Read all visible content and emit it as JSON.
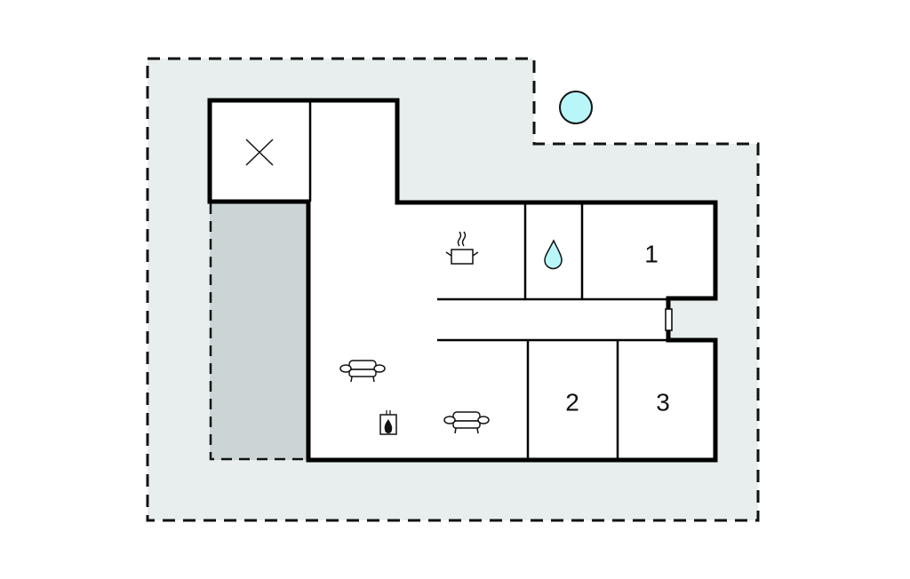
{
  "floorplan": {
    "rooms": [
      {
        "id": "bedroom-1",
        "label": "1"
      },
      {
        "id": "bedroom-2",
        "label": "2"
      },
      {
        "id": "bedroom-3",
        "label": "3"
      }
    ],
    "icons": [
      "kitchen-pot-icon",
      "bathroom-drop-icon",
      "sofa-icon",
      "fireplace-icon",
      "wc-x-icon",
      "pool-icon",
      "door-icon"
    ]
  },
  "colors": {
    "plot": "#e8eeee",
    "terrace": "#cbd5d5",
    "pool": "#b8f6fa",
    "wall": "#000000"
  }
}
